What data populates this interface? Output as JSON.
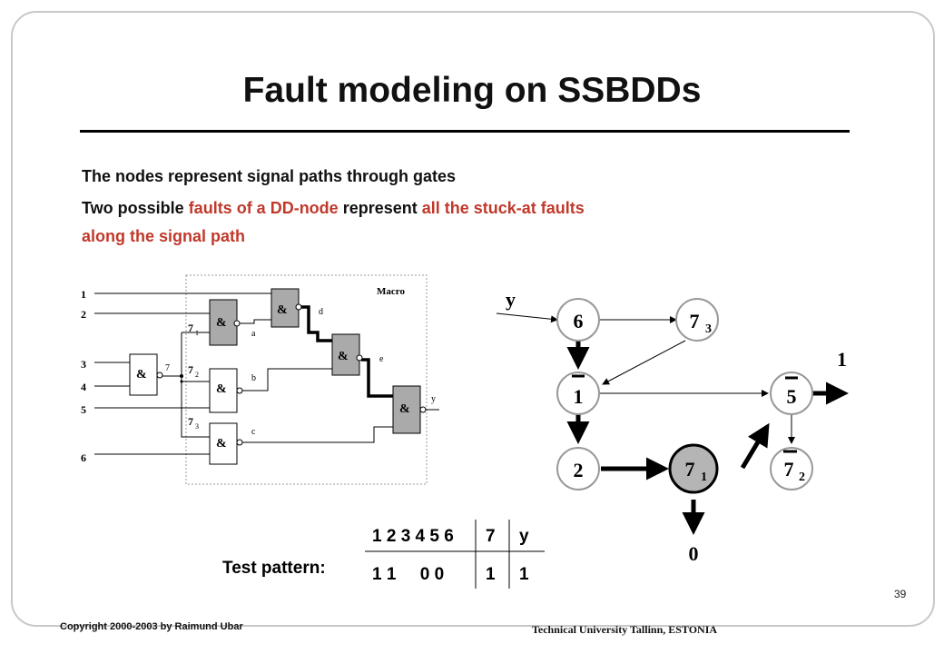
{
  "slide": {
    "title": "Fault modeling on SSBDDs",
    "bullet1": "The nodes represent signal paths through gates",
    "bullet2_a": "Two possible ",
    "bullet2_b": "faults of a DD-node",
    "bullet2_c": " represent ",
    "bullet2_d": "all the stuck-at faults",
    "bullet2_e": "along the signal path",
    "page_number": "39",
    "copyright": "Copyright  2000-2003  by  Raimund Ubar",
    "university": "Technical University Tallinn, ESTONIA"
  },
  "circuit": {
    "macro_label": "Macro",
    "inputs": [
      "1",
      "2",
      "3",
      "4",
      "5",
      "6"
    ],
    "gate_label": "&",
    "signal_7": "7",
    "branches": {
      "b1_main": "7",
      "b1_sub": "1",
      "b2_main": "7",
      "b2_sub": "2",
      "b3_main": "7",
      "b3_sub": "3"
    },
    "internal": {
      "a": "a",
      "b": "b",
      "c": "c",
      "d": "d",
      "e": "e",
      "y": "y"
    }
  },
  "ssbdd": {
    "output_label": "y",
    "nodes": {
      "n6": "6",
      "n7_3_main": "7",
      "n7_3_sub": "3",
      "n1": "1",
      "n5": "5",
      "n2": "2",
      "n7_1_main": "7",
      "n7_1_sub": "1",
      "n7_2_main": "7",
      "n7_2_sub": "2"
    },
    "terminal_1": "1",
    "terminal_0": "0"
  },
  "test_pattern": {
    "label": "Test pattern:",
    "header_inputs": "1 2 3 4 5 6",
    "header_7": "7",
    "header_y": "y",
    "values_inputs": "1 1     0 0",
    "values_7": "1",
    "values_y": "1"
  }
}
